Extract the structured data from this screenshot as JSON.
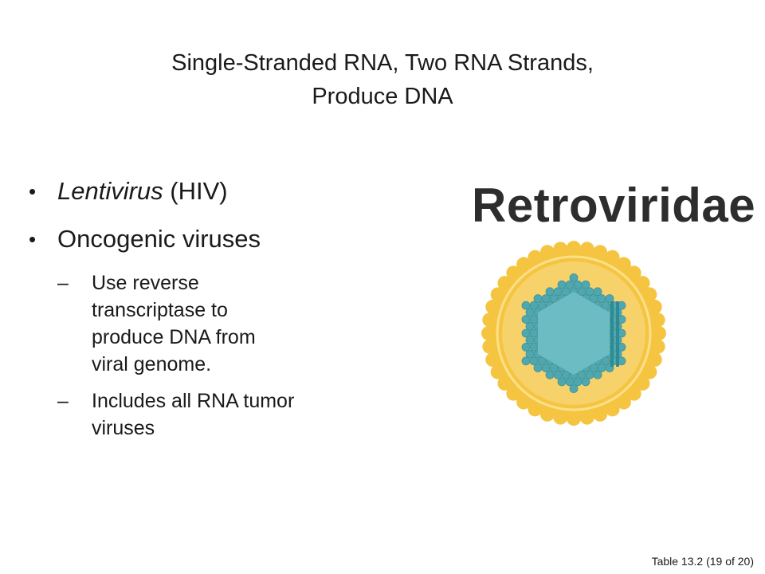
{
  "title": {
    "line1": "Single-Stranded RNA, Two RNA Strands,",
    "line2": "Produce DNA"
  },
  "bullets": {
    "b1_genus": "Lentivirus",
    "b1_rest": " (HIV)",
    "b2": "Oncogenic viruses",
    "sub1_lines": [
      "Use reverse",
      "transcriptase to",
      "produce DNA from",
      "viral genome."
    ],
    "sub2_lines": [
      "Includes all RNA tumor",
      "viruses"
    ]
  },
  "figure": {
    "family": "Retroviridae",
    "icon": "retrovirus-icon",
    "colors": {
      "envelope": "#f5c542",
      "envelope_inner": "#f7d26a",
      "capsid": "#4fa7b0",
      "capsid_core": "#6cbcc3",
      "genome": "#2e8a93"
    }
  },
  "footer": "Table 13.2 (19 of 20)"
}
